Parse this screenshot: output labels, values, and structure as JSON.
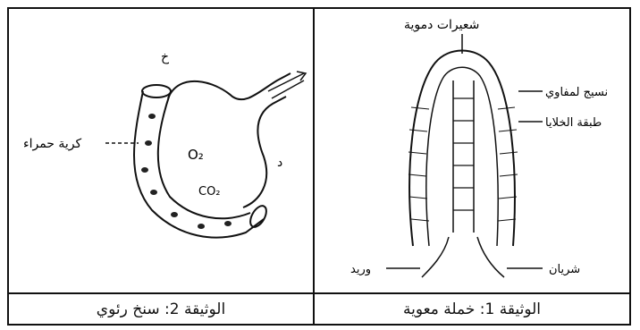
{
  "figure1": {
    "caption": "الوثيقة 1: خملة معوية",
    "labels": {
      "top": "شعيرات دموية",
      "epithelium": "نسيج لمفاوي",
      "cells": "طبقة الخلايا",
      "vessel_left": "وريد",
      "vessel_right": "شريان"
    }
  },
  "figure2": {
    "caption": "الوثيقة 2: سنخ رئوي",
    "labels": {
      "rbc": "كرية حمراء",
      "o2": "O₂",
      "co2": "CO₂",
      "top_tag": "خ",
      "right_tag": "د"
    }
  },
  "colors": {
    "ink": "#111111",
    "background": "#ffffff"
  }
}
